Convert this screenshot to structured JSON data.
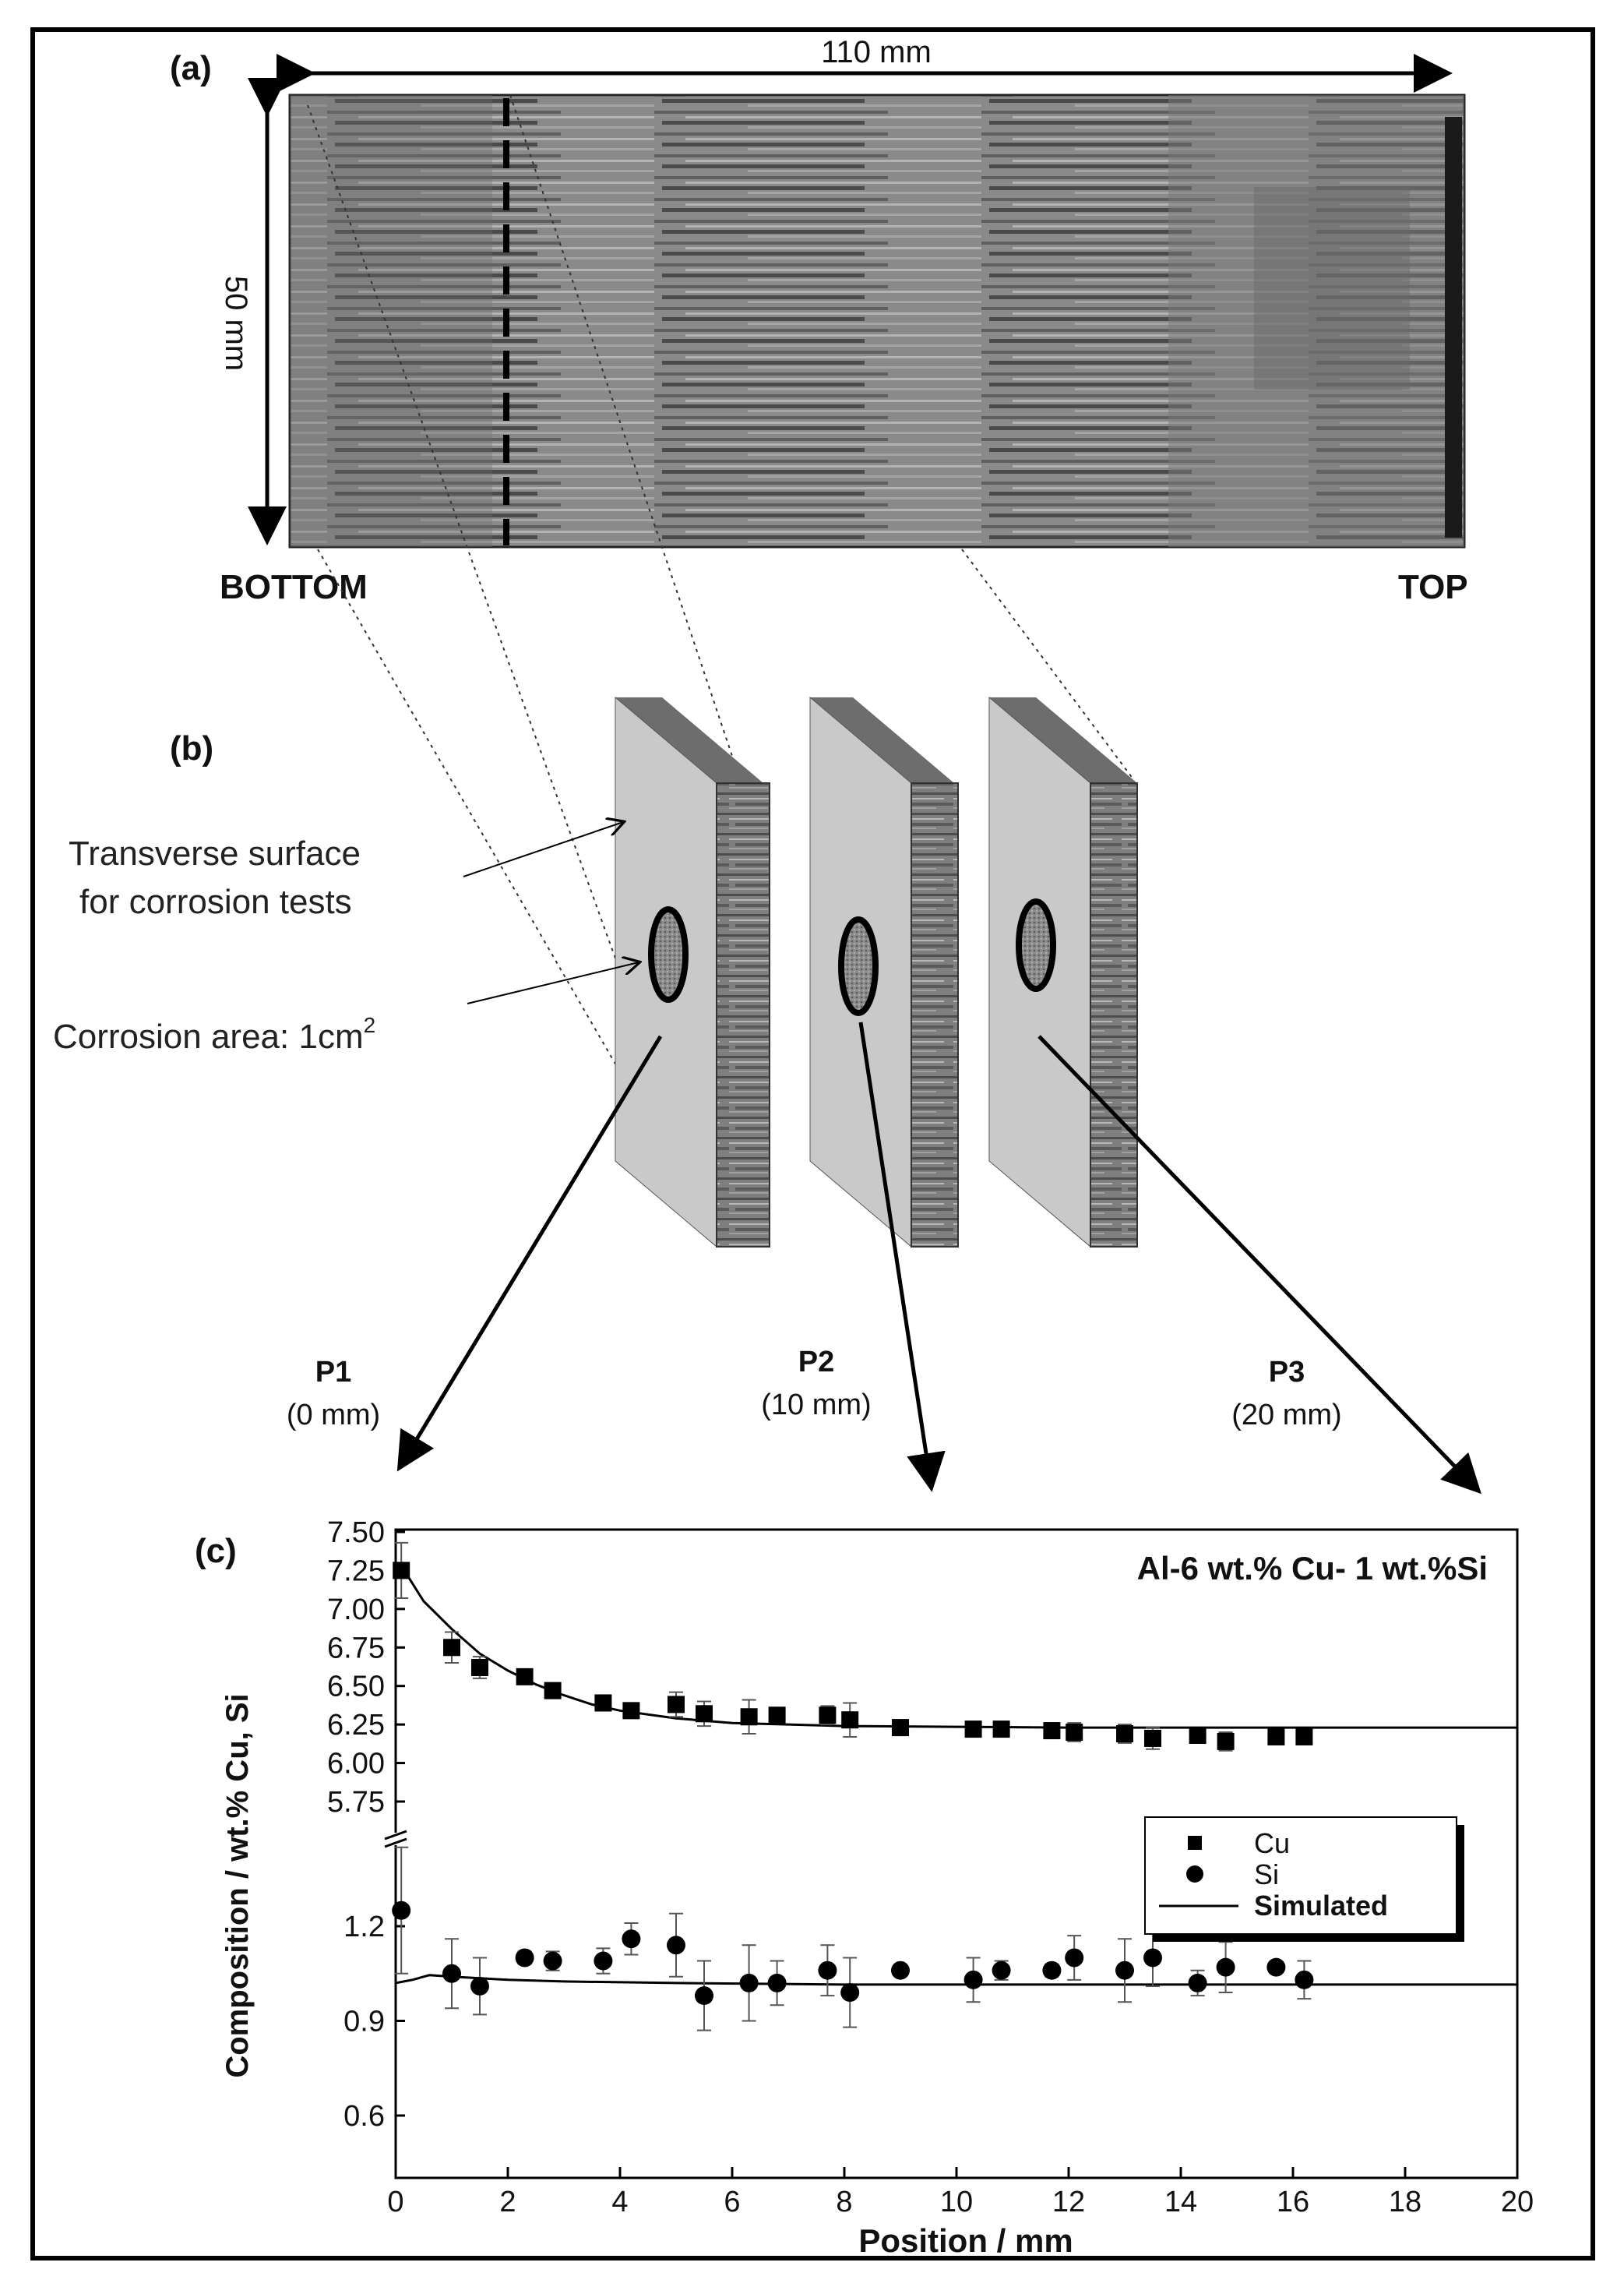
{
  "panel_a": {
    "label": "(a)",
    "width_dim": "110 mm",
    "height_dim": "50 mm",
    "bottom_label": "BOTTOM",
    "top_label": "TOP"
  },
  "panel_b": {
    "label": "(b)",
    "annotation_surface_line1": "Transverse surface",
    "annotation_surface_line2": "for corrosion tests",
    "annotation_area": "Corrosion area: 1cm",
    "annotation_area_sup": "2",
    "positions": [
      {
        "name": "P1",
        "dist": "(0 mm)"
      },
      {
        "name": "P2",
        "dist": "(10 mm)"
      },
      {
        "name": "P3",
        "dist": "(20 mm)"
      }
    ]
  },
  "panel_c": {
    "label": "(c)",
    "alloy_title": "Al-6 wt.% Cu- 1 wt.%Si",
    "xlabel": "Position / mm",
    "ylabel": "Composition / wt.% Cu, Si",
    "legend": [
      "Cu",
      "Si",
      "Simulated"
    ]
  },
  "chart_data": {
    "type": "scatter",
    "title": "Al-6 wt.% Cu- 1 wt.%Si",
    "xlabel": "Position / mm",
    "ylabel": "Composition / wt.% Cu, Si",
    "xlim": [
      0,
      20
    ],
    "xticks": [
      "0",
      "2",
      "4",
      "6",
      "8",
      "10",
      "12",
      "14",
      "16",
      "18",
      "20"
    ],
    "upper_yticks": [
      "5.75",
      "6.00",
      "6.25",
      "6.50",
      "6.75",
      "7.00",
      "7.25",
      "7.50"
    ],
    "lower_yticks": [
      "0.6",
      "0.9",
      "1.2"
    ],
    "broken_y_axis": true,
    "legend_position": "center-right",
    "series": [
      {
        "name": "Cu",
        "marker": "square",
        "x": [
          0.1,
          1.0,
          1.5,
          2.3,
          2.8,
          3.7,
          4.2,
          5.0,
          5.5,
          6.3,
          6.8,
          7.7,
          8.1,
          9.0,
          10.3,
          10.8,
          11.7,
          12.1,
          13.0,
          13.5,
          14.3,
          14.8,
          15.7,
          16.2
        ],
        "y": [
          7.25,
          6.75,
          6.62,
          6.56,
          6.47,
          6.39,
          6.34,
          6.38,
          6.32,
          6.3,
          6.31,
          6.31,
          6.28,
          6.23,
          6.22,
          6.22,
          6.21,
          6.2,
          6.19,
          6.16,
          6.18,
          6.14,
          6.17,
          6.17
        ],
        "err": [
          0.18,
          0.1,
          0.07,
          0.02,
          0.02,
          0.03,
          0.03,
          0.08,
          0.08,
          0.11,
          0.05,
          0.06,
          0.11,
          0.02,
          0.04,
          0.02,
          0.02,
          0.06,
          0.06,
          0.07,
          0.03,
          0.06,
          0.02,
          0.03
        ]
      },
      {
        "name": "Si",
        "marker": "circle",
        "x": [
          0.1,
          1.0,
          1.5,
          2.3,
          2.8,
          3.7,
          4.2,
          5.0,
          5.5,
          6.3,
          6.8,
          7.7,
          8.1,
          9.0,
          10.3,
          10.8,
          11.7,
          12.1,
          13.0,
          13.5,
          14.3,
          14.8,
          15.7,
          16.2
        ],
        "y": [
          1.25,
          1.05,
          1.01,
          1.1,
          1.09,
          1.09,
          1.16,
          1.14,
          0.98,
          1.02,
          1.02,
          1.06,
          0.99,
          1.06,
          1.03,
          1.06,
          1.06,
          1.1,
          1.06,
          1.1,
          1.02,
          1.07,
          1.07,
          1.03
        ],
        "err": [
          0.2,
          0.11,
          0.09,
          0.02,
          0.03,
          0.04,
          0.05,
          0.1,
          0.11,
          0.12,
          0.07,
          0.08,
          0.11,
          0.01,
          0.07,
          0.03,
          0.02,
          0.07,
          0.1,
          0.09,
          0.04,
          0.08,
          0.01,
          0.06
        ]
      },
      {
        "name": "Simulated",
        "marker": "line",
        "component": "Cu",
        "x": [
          0.1,
          0.5,
          1,
          1.5,
          2,
          2.5,
          3,
          3.5,
          4,
          5,
          6,
          7,
          8,
          10,
          12,
          14,
          16,
          18,
          20
        ],
        "y": [
          7.28,
          7.05,
          6.87,
          6.71,
          6.6,
          6.51,
          6.44,
          6.38,
          6.34,
          6.29,
          6.26,
          6.25,
          6.24,
          6.235,
          6.23,
          6.23,
          6.23,
          6.23,
          6.23
        ]
      },
      {
        "name": "Simulated",
        "marker": "line",
        "component": "Si",
        "x": [
          0,
          0.3,
          0.6,
          1.0,
          1.5,
          2,
          3,
          5,
          8,
          12,
          16,
          20
        ],
        "y": [
          1.02,
          1.03,
          1.045,
          1.04,
          1.035,
          1.03,
          1.025,
          1.02,
          1.015,
          1.015,
          1.015,
          1.015
        ]
      }
    ]
  }
}
